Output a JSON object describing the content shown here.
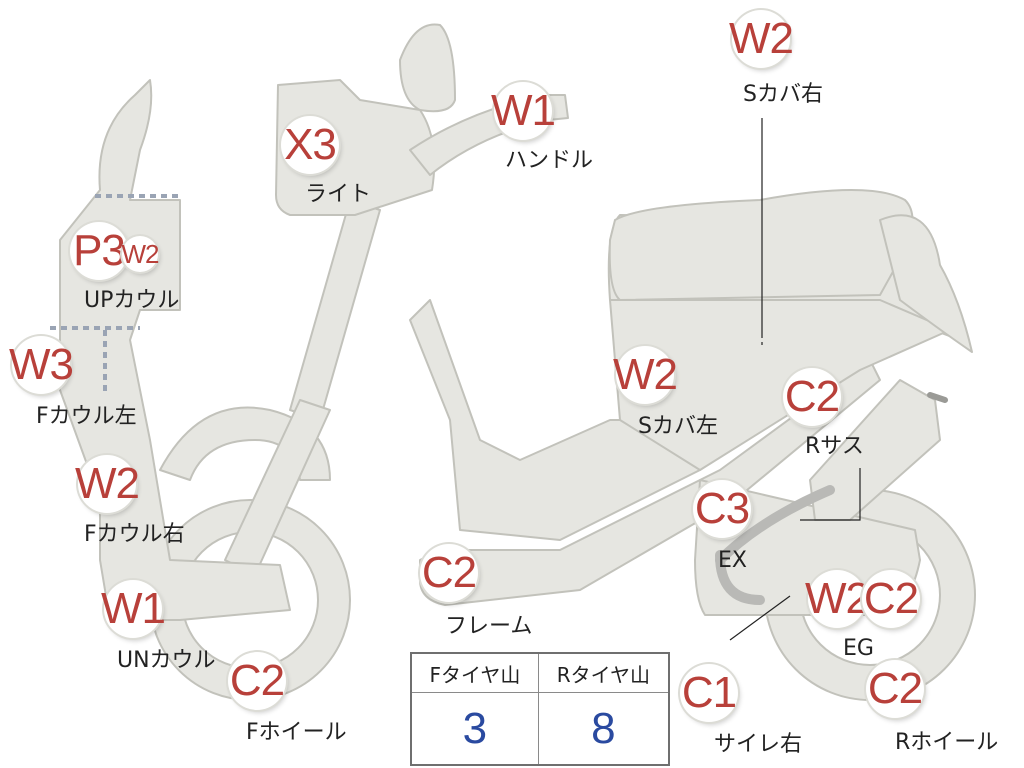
{
  "colors": {
    "part_fill": "#e6e6e1",
    "part_stroke": "#c2c2bb",
    "badge_text": "#b8403a",
    "value_text": "#2a4aa0",
    "label_text": "#222222"
  },
  "badges": {
    "w2_side_right": "W2",
    "w1_handle": "W1",
    "x3_light": "X3",
    "p3_upcowl": "P3",
    "w2_upcowl": "W2",
    "w3_fcowl_left": "W3",
    "w2_fcowl_right": "W2",
    "w1_uncowl": "W1",
    "c2_fwheel": "C2",
    "c2_frame": "C2",
    "w2_side_left": "W2",
    "c2_rsus": "C2",
    "c3_ex": "C3",
    "w2_eg": "W2",
    "c2_eg": "C2",
    "c1_silencer": "C1",
    "c2_rwheel": "C2"
  },
  "labels": {
    "side_cover_right": "Sカバ右",
    "handle": "ハンドル",
    "light": "ライト",
    "up_cowl": "UPカウル",
    "f_cowl_left": "Fカウル左",
    "f_cowl_right": "Fカウル右",
    "un_cowl": "UNカウル",
    "f_wheel": "Fホイール",
    "frame": "フレーム",
    "side_cover_left": "Sカバ左",
    "r_sus": "Rサス",
    "ex": "EX",
    "eg": "EG",
    "silencer_right": "サイレ右",
    "r_wheel": "Rホイール"
  },
  "tire_table": {
    "headers": [
      "Fタイヤ山",
      "Rタイヤ山"
    ],
    "values": [
      "3",
      "8"
    ]
  }
}
